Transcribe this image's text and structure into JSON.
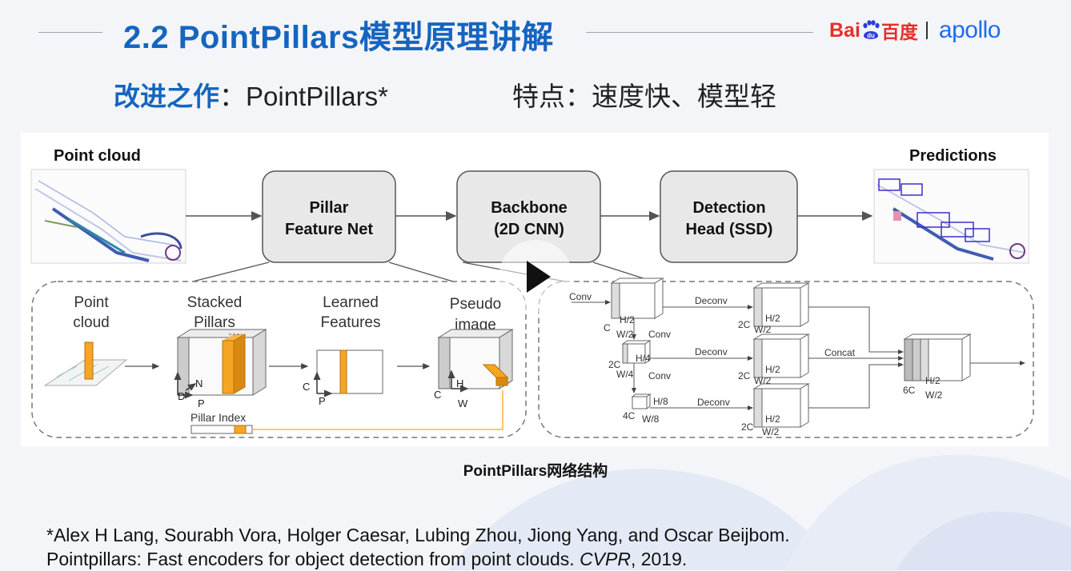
{
  "header": {
    "title": "2.2 PointPillars模型原理讲解",
    "logo_bai": "Bai",
    "logo_du": "du",
    "logo_baidu_cn": "百度",
    "logo_apollo": "apollo"
  },
  "subtitle": {
    "left_highlight": "改进之作",
    "left_colon": "：",
    "left_name": "PointPillars*",
    "right": "特点：速度快、模型轻"
  },
  "diagram": {
    "point_cloud_label": "Point cloud",
    "predictions_label": "Predictions",
    "stage1_line1": "Pillar",
    "stage1_line2": "Feature Net",
    "stage2_line1": "Backbone",
    "stage2_line2": "(2D CNN)",
    "stage3_line1": "Detection",
    "stage3_line2": "Head (SSD)",
    "pfn": {
      "point_line1": "Point",
      "point_line2": "cloud",
      "stacked_line1": "Stacked",
      "stacked_line2": "Pillars",
      "learned_line1": "Learned",
      "learned_line2": "Features",
      "pseudo_line1": "Pseudo",
      "pseudo_line2": "image",
      "axis_D": "D",
      "axis_N": "N",
      "axis_P": "P",
      "axis_C": "C",
      "axis_H": "H",
      "axis_W": "W",
      "pillar_index": "Pillar Index"
    },
    "backbone": {
      "conv": "Conv",
      "deconv": "Deconv",
      "concat": "Concat",
      "c": "C",
      "c2": "2C",
      "c4": "4C",
      "c6": "6C",
      "h2": "H/2",
      "w2": "W/2",
      "h4": "H/4",
      "w4": "W/4",
      "h8": "H/8",
      "w8": "W/8"
    }
  },
  "caption": "PointPillars网络结构",
  "reference": {
    "line1": "*Alex H Lang, Sourabh Vora, Holger Caesar, Lubing Zhou, Jiong Yang, and Oscar Beijbom.",
    "line2_prefix": "Pointpillars: Fast encoders for object detection from point clouds. ",
    "line2_venue": "CVPR",
    "line2_suffix": ", 2019."
  },
  "colors": {
    "title_blue": "#1565c0",
    "baidu_red": "#e62f2a",
    "apollo_blue": "#1d6ee8",
    "pillar_orange": "#f5a623",
    "stage_box_fill": "#e8e8e8"
  }
}
